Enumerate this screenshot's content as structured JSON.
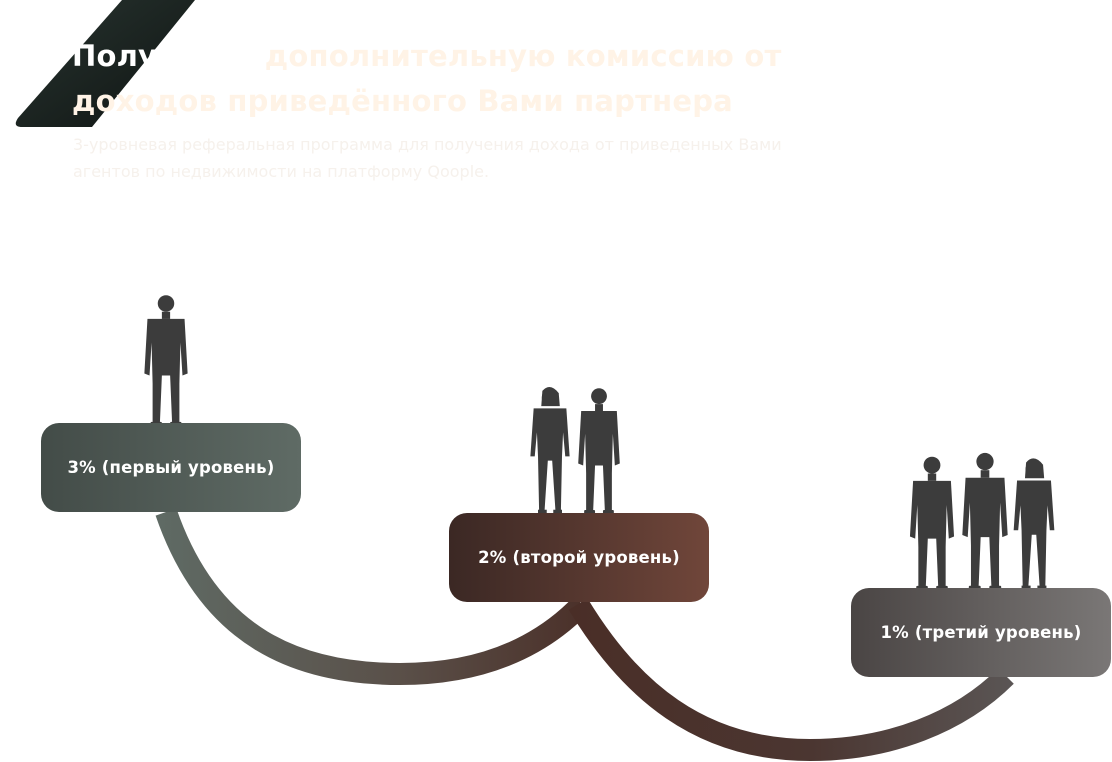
{
  "hero": {
    "title_lead": "Получайте",
    "title_rest": " дополнительную комиссию от доходов приведённого Вами партнера",
    "subtitle": "3-уровневая реферальная программа для получения дохода от приведенных Вами агентов по недвижимости на платформу Qoople."
  },
  "levels": [
    {
      "label": "3% (первый уровень)",
      "percent": 3,
      "people_count": 1
    },
    {
      "label": "2% (второй уровень)",
      "percent": 2,
      "people_count": 2
    },
    {
      "label": "1% (третий уровень)",
      "percent": 1,
      "people_count": 3
    }
  ],
  "colors": {
    "level_1": "#56615b",
    "level_2": "#5c3a31",
    "level_3": "#5f5b5a",
    "badge": "#1d2520",
    "silhouette": "#3b3b3b"
  }
}
